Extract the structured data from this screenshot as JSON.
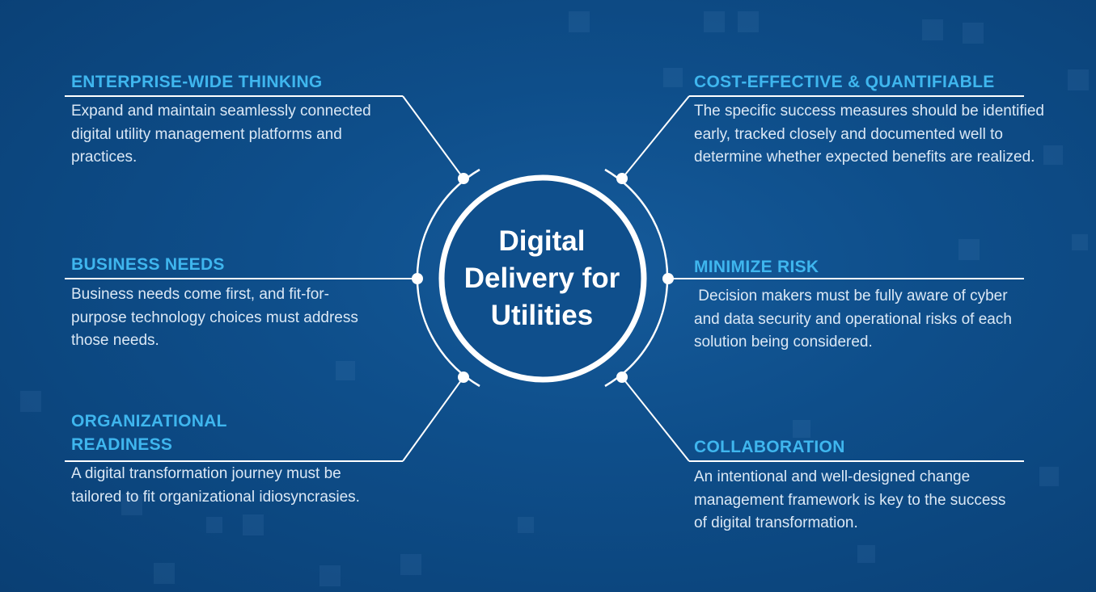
{
  "hub": {
    "line1": "Digital",
    "line2": "Delivery for",
    "line3": "Utilities"
  },
  "items": [
    {
      "heading": "ENTERPRISE-WIDE THINKING",
      "body": "Expand and maintain seamlessly connected digital utility management platforms and practices."
    },
    {
      "heading": "BUSINESS NEEDS",
      "body": "Business needs come first, and fit-for-purpose technology choices must address those needs."
    },
    {
      "heading": "ORGANIZATIONAL READINESS",
      "body": "A digital transformation journey must be tailored to fit organizational idiosyncrasies."
    },
    {
      "heading": "COST-EFFECTIVE  & QUANTIFIABLE",
      "body": "The specific success measures should be identified early, tracked closely and documented well to determine whether expected benefits are realized."
    },
    {
      "heading": "MINIMIZE RISK",
      "body": " Decision makers must be fully aware of cyber and data security and operational risks of each solution being considered."
    },
    {
      "heading": "COLLABORATION",
      "body": "An intentional and well-designed change management framework is key to the success of digital transformation."
    }
  ],
  "colors": {
    "background": "#0e4e8a",
    "heading": "#3fb6ee",
    "body_text": "#dbe8f5",
    "lines": "#ffffff"
  }
}
